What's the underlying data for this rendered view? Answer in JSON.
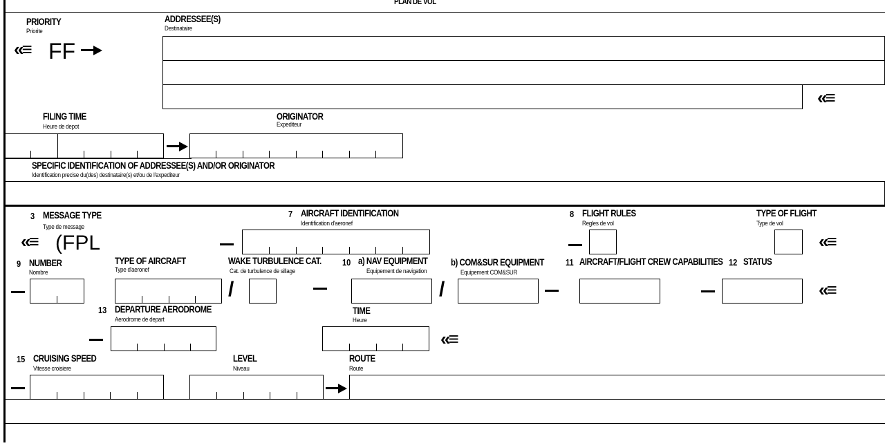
{
  "header": {
    "form_title": "PLAN DE VOL"
  },
  "priority": {
    "label": "PRIORITY",
    "sublabel": "Priorite",
    "value": "FF"
  },
  "addressees": {
    "label": "ADDRESSEE(S)",
    "sublabel": "Destinataire"
  },
  "filing_time": {
    "label": "FILING TIME",
    "sublabel": "Heure de depot"
  },
  "originator": {
    "label": "ORIGINATOR",
    "sublabel": "Expediteur"
  },
  "specific_id": {
    "label": "SPECIFIC IDENTIFICATION OF ADDRESSEE(S) AND/OR ORIGINATOR",
    "sublabel": "Identification precise du(des) destinataire(s) et/ou de l'expediteur"
  },
  "field3": {
    "number": "3",
    "label": "MESSAGE TYPE",
    "sublabel": "Type de message",
    "value": "(FPL"
  },
  "field7": {
    "number": "7",
    "label": "AIRCRAFT IDENTIFICATION",
    "sublabel": "Identification d'aeronef"
  },
  "field8": {
    "number": "8",
    "label": "FLIGHT RULES",
    "sublabel": "Regles de vol"
  },
  "type_of_flight": {
    "label": "TYPE OF FLIGHT",
    "sublabel": "Type de vol"
  },
  "field9": {
    "number": "9",
    "label": "NUMBER",
    "sublabel": "Nombre"
  },
  "type_of_aircraft": {
    "label": "TYPE OF AIRCRAFT",
    "sublabel": "Type d'aeronef"
  },
  "wake": {
    "label": "WAKE TURBULENCE CAT.",
    "sublabel": "Cat. de turbulence de sillage"
  },
  "field10": {
    "number": "10",
    "nav_label": "a) NAV EQUIPMENT",
    "nav_sublabel": "Equipement de navigation",
    "com_label": "b) COM&SUR EQUIPMENT",
    "com_sublabel": "Equipement COM&SUR"
  },
  "field11": {
    "number": "11",
    "label": "AIRCRAFT/FLIGHT CREW CAPABILITIES"
  },
  "field12": {
    "number": "12",
    "label": "STATUS"
  },
  "field13": {
    "number": "13",
    "label": "DEPARTURE AERODROME",
    "sublabel": "Aerodrome de depart"
  },
  "time": {
    "label": "TIME",
    "sublabel": "Heure"
  },
  "field15": {
    "number": "15",
    "label": "CRUISING SPEED",
    "sublabel": "Vitesse croisiere"
  },
  "level": {
    "label": "LEVEL",
    "sublabel": "Niveau"
  },
  "route": {
    "label": "ROUTE",
    "sublabel": "Route"
  },
  "symbols": {
    "end_of_line": "«≡",
    "dash": "—",
    "slash": "/"
  }
}
